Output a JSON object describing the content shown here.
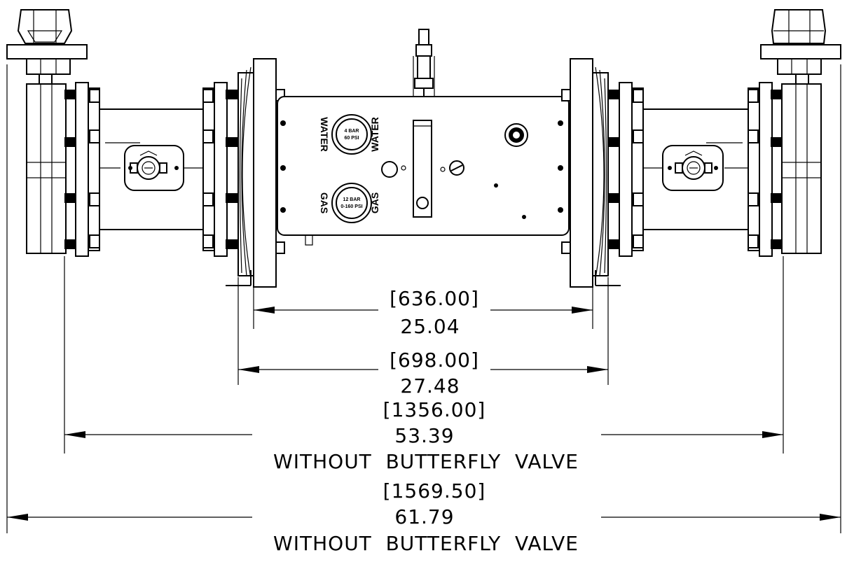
{
  "labels": {
    "water_left": "WATER",
    "water_right": "WATER",
    "gas_left": "GAS",
    "gas_right": "GAS",
    "gauge_water_line1": "4 BAR",
    "gauge_water_line2": "60 PSI",
    "gauge_gas_line1": "12 BAR",
    "gauge_gas_line2": "0-160 PSI"
  },
  "dimensions": [
    {
      "metric": "[636.00]",
      "imperial": "25.04",
      "note": ""
    },
    {
      "metric": "[698.00]",
      "imperial": "27.48",
      "note": ""
    },
    {
      "metric": "[1356.00]",
      "imperial": "53.39",
      "note": "WITHOUT  BUTTERFLY  VALVE"
    },
    {
      "metric": "[1569.50]",
      "imperial": "61.79",
      "note": "WITHOUT  BUTTERFLY  VALVE"
    }
  ]
}
